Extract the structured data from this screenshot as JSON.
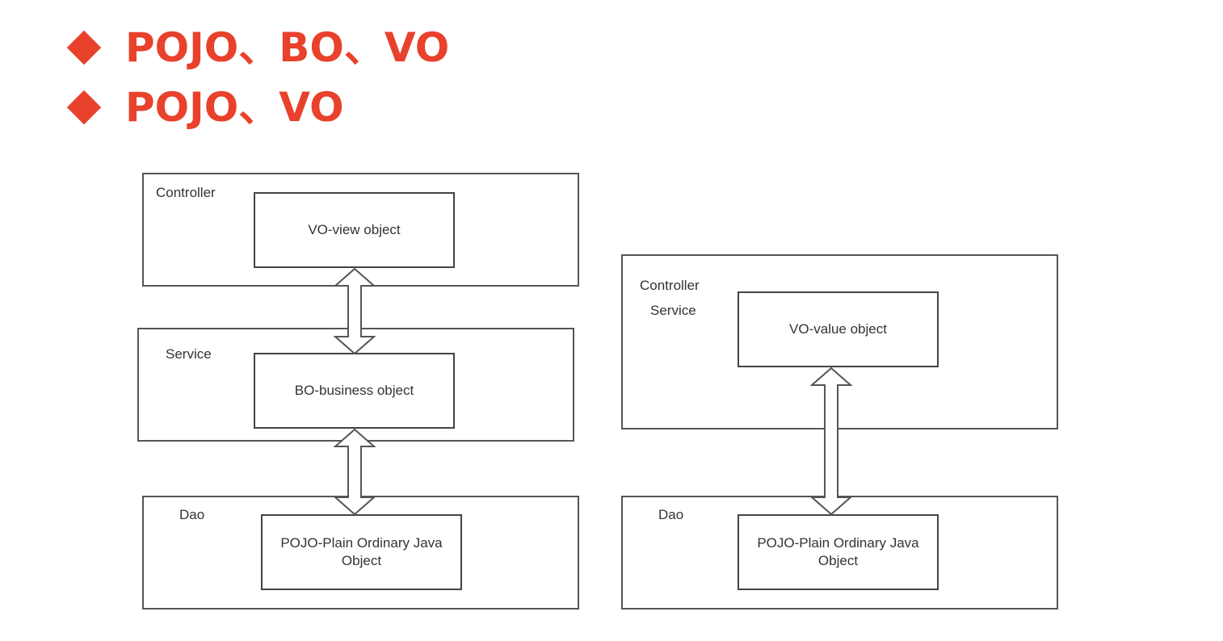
{
  "headings": [
    {
      "text": "POJO、BO、VO"
    },
    {
      "text": "POJO、VO"
    }
  ],
  "left_diagram": {
    "controller_label": "Controller",
    "vo_object": "VO-view object",
    "service_label": "Service",
    "bo_object": "BO-business object",
    "dao_label": "Dao",
    "pojo_object": "POJO-Plain Ordinary Java Object"
  },
  "right_diagram": {
    "controller_label": "Controller",
    "service_label": "Service",
    "vo_object": "VO-value object",
    "dao_label": "Dao",
    "pojo_object": "POJO-Plain Ordinary Java Object"
  },
  "colors": {
    "accent": "#e8412c",
    "border": "#555555",
    "text": "#333333"
  }
}
